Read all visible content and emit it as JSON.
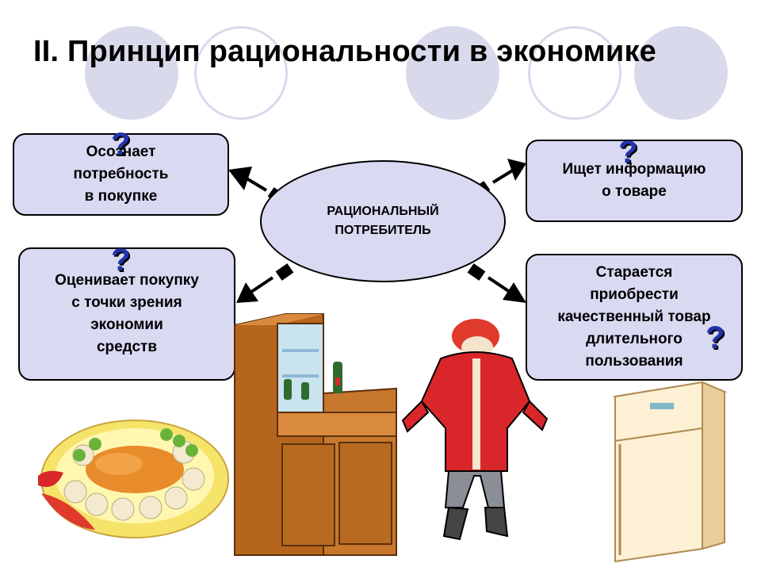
{
  "slide": {
    "title": "II. Принцип рациональности в экономике",
    "center_label": "РАЦИОНАЛЬНЫЙ\nПОТРЕБИТЕЛЬ",
    "boxes": [
      {
        "text": "Осознает\n потребность\nв покупке"
      },
      {
        "text": "Ищет информацию\nо товаре"
      },
      {
        "text": "Оценивает покупку\nс точки зрения\nэкономии\nсредств"
      },
      {
        "text": "Старается\nприобрести\nкачественный товар\nдлительного\nпользования"
      }
    ],
    "question_mark": "?",
    "colors": {
      "box_fill": "#d9d9f2",
      "circle_fill": "#d9d9ec",
      "question": "#2233aa"
    },
    "pictures": [
      "food-platter",
      "cabinet",
      "man-in-red-coat",
      "refrigerator"
    ]
  }
}
